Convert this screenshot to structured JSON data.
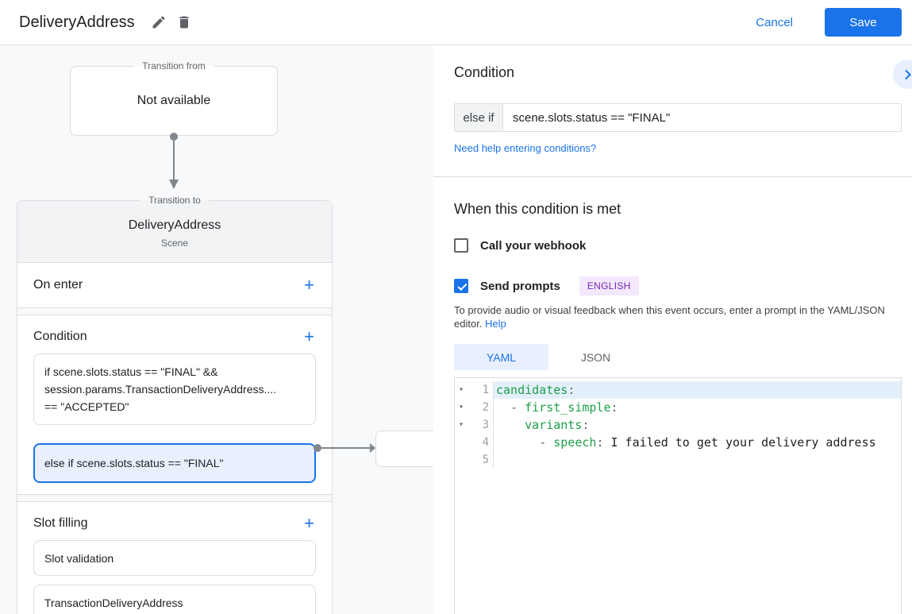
{
  "icons": {
    "plus": "+",
    "fold": "▾"
  },
  "colors": {
    "accent_blue": "#1a73e8",
    "selected_condition_bg": "#e8f0fe",
    "code_key_green": "#1e9e4a",
    "badge_text_purple": "#7627bb",
    "badge_bg_purple": "#f3e8fd"
  },
  "header": {
    "title": "DeliveryAddress",
    "cancel_label": "Cancel",
    "save_label": "Save"
  },
  "diagram": {
    "transition_from_label": "Transition from",
    "transition_from_value": "Not available",
    "transition_to_label": "Transition to",
    "scene_name": "DeliveryAddress",
    "scene_type": "Scene",
    "on_enter": {
      "label": "On enter"
    },
    "condition_section": {
      "label": "Condition",
      "box1_lines": [
        "if scene.slots.status == \"FINAL\" &&",
        "session.params.TransactionDeliveryAddress....",
        "== \"ACCEPTED\""
      ],
      "box2_text": "else if scene.slots.status == \"FINAL\""
    },
    "slot_section": {
      "label": "Slot filling",
      "slots": [
        "Slot validation",
        "TransactionDeliveryAddress"
      ]
    }
  },
  "panel": {
    "title": "Condition",
    "condition_prefix": "else if",
    "condition_value": "scene.slots.status == \"FINAL\"",
    "help_link": "Need help entering conditions?",
    "met_title": "When this condition is met",
    "webhook_label": "Call your webhook",
    "prompts_label": "Send prompts",
    "language_badge": "ENGLISH",
    "description": "To provide audio or visual feedback when this event occurs, enter a prompt in the YAML/JSON editor.",
    "description_help": "Help",
    "tabs": [
      {
        "label": "YAML"
      },
      {
        "label": "JSON"
      }
    ],
    "editor": {
      "line_numbers": [
        "1",
        "2",
        "3",
        "4",
        "5"
      ],
      "lines": [
        {
          "indent": "",
          "dash": "",
          "key": "candidates",
          "colon": ":",
          "value": ""
        },
        {
          "indent": "  ",
          "dash": "- ",
          "key": "first_simple",
          "colon": ":",
          "value": ""
        },
        {
          "indent": "    ",
          "dash": "",
          "key": "variants",
          "colon": ":",
          "value": ""
        },
        {
          "indent": "      ",
          "dash": "- ",
          "key": "speech",
          "colon": ":",
          "value": " I failed to get your delivery address"
        },
        {
          "indent": "",
          "dash": "",
          "key": "",
          "colon": "",
          "value": ""
        }
      ]
    }
  }
}
